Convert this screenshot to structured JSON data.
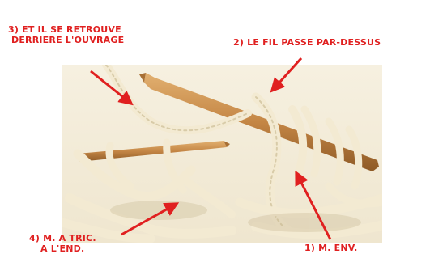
{
  "labels": {
    "step3": {
      "line1": "3) ET IL SE RETROUVE",
      "line2": "DERRIERE L'OUVRAGE"
    },
    "step2": {
      "line1": "2) LE FIL PASSE PAR-DESSUS"
    },
    "step4": {
      "line1": "4) M. A TRIC.",
      "line2": "A L'END."
    },
    "step1": {
      "line1": "1) M. ENV."
    }
  },
  "colors": {
    "annotation": "#e02020",
    "yarn": "#f3ead2",
    "needle": "#b87a3a",
    "background": "#ffffff"
  },
  "illustration": {
    "subject": "knitting-needles-with-yarn-photo",
    "icons": [
      "knitting-needle-icon",
      "yarn-loop-icon",
      "red-arrow-icon"
    ]
  }
}
